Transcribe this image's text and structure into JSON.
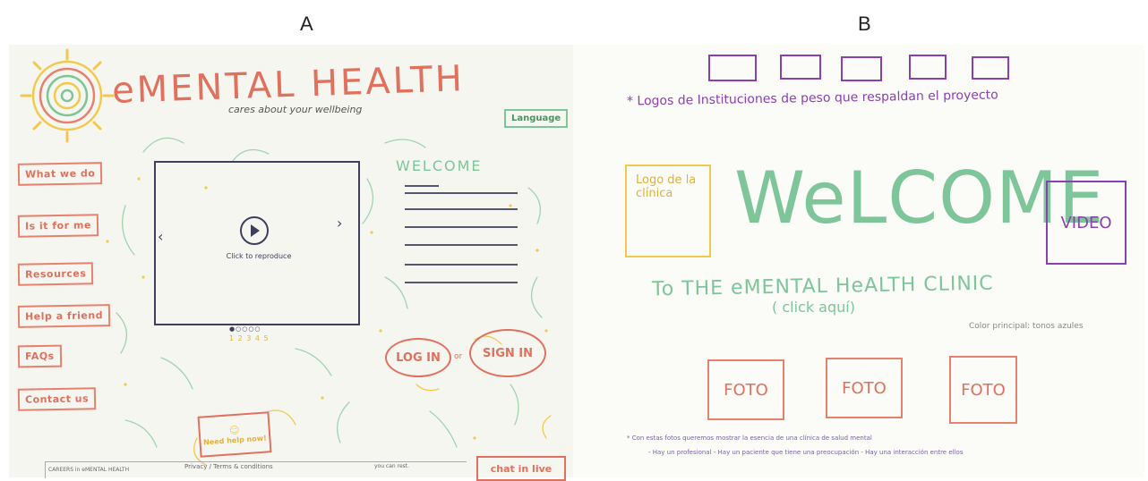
{
  "panels": {
    "a_label": "A",
    "b_label": "B"
  },
  "sketch_a": {
    "title": "eMENTAL HEALTH",
    "tagline": "cares about your wellbeing",
    "language_button": "Language",
    "nav": [
      "What we do",
      "Is it for me",
      "Resources",
      "Help a friend",
      "FAQs",
      "Contact us"
    ],
    "carousel_text": "Click to reproduce",
    "carousel_pages": "1 2 3 4 5",
    "welcome": "WELCOME",
    "login": "LOG IN",
    "or": "or",
    "signin": "SIGN IN",
    "need_help": "Need help now!",
    "footer": [
      "CAREERS in eMENTAL HEALTH",
      "Privacy / Terms & conditions",
      "you can rest."
    ],
    "chat": "chat in live"
  },
  "sketch_b": {
    "logos_note": "* Logos de Instituciones de peso que respaldan el proyecto",
    "clinic_logo": "Logo de la clínica",
    "welcome": "WeLCOME",
    "subtitle": "To THE eMENTAL HeALTH CLINIC",
    "click": "( click aquí)",
    "color_note": "Color principal: tonos azules",
    "video": "VIDEO",
    "photos": [
      "FOTO",
      "FOTO",
      "FOTO"
    ],
    "photo_note_1": "* Con estas fotos queremos mostrar la esencia de una clínica de salud mental",
    "photo_note_2": "- Hay un profesional   - Hay un paciente que tiene una preocupación   - Hay una interacción entre ellos"
  },
  "colors": {
    "coral": "#e0715f",
    "green": "#7fc59a",
    "purple": "#8b3fb0",
    "yellow": "#f2c94c",
    "navy": "#3d3f5c"
  }
}
